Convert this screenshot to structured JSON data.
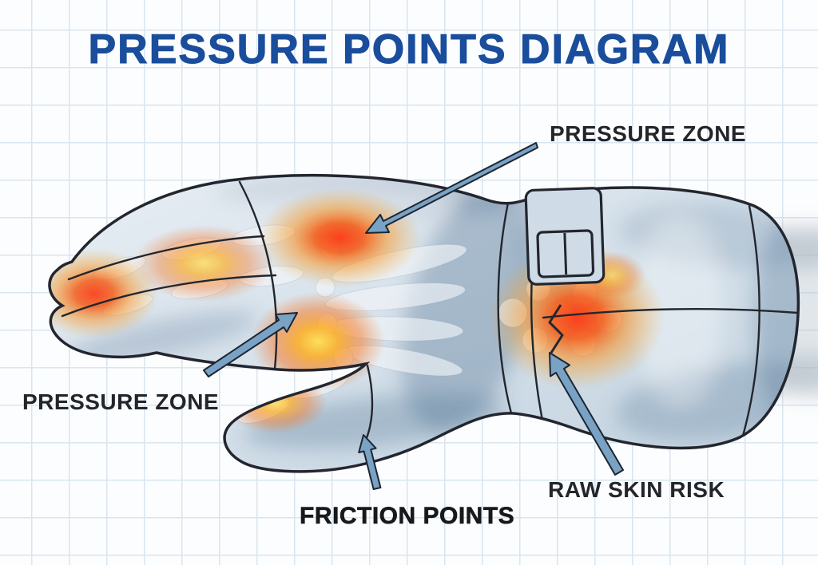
{
  "title": "PRESSURE POINTS DIAGRAM",
  "labels": {
    "pressure_zone_top": "PRESSURE ZONE",
    "pressure_zone_left": "PRESSURE ZONE",
    "friction_points": "FRICTION POINTS",
    "raw_skin_risk": "RAW SKIN RISK"
  },
  "legend_meaning": {
    "heat_spots": "high pressure / friction hot spots on glove",
    "crack_mark": "raw skin risk location at wrist"
  },
  "colors": {
    "title_blue": "#1a4d9b",
    "label_text": "#22262b",
    "arrow_fill": "#7aa2c4",
    "outline": "#23262e",
    "grid_line": "#d9e5ef",
    "paper": "#fcfdfe",
    "heat_hot": "#ff2f08",
    "heat_warm": "#ffdf4f",
    "glove_light": "#e8eef4",
    "glove_dark": "#c2d2df",
    "glove_shadow": "#4a6d8e"
  }
}
